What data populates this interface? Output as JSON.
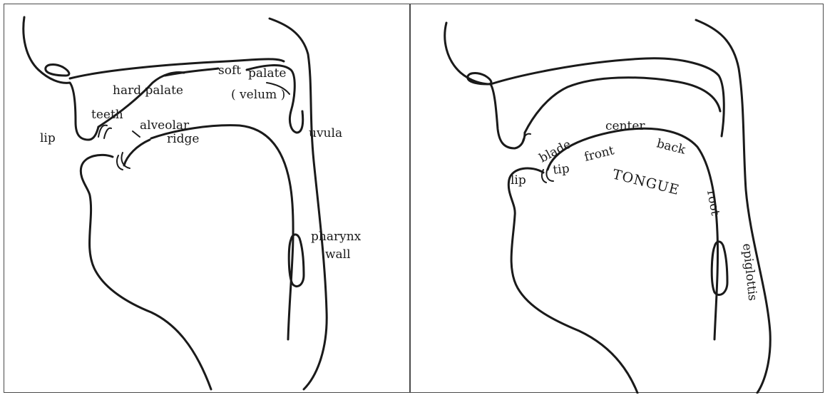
{
  "left_labels": {
    "soft": "soft",
    "palate": "palate",
    "hard_palate": "hard palate",
    "velum": "( velum )",
    "teeth": "teeth",
    "lip": "lip",
    "alveolar": "alveolar",
    "ridge": "ridge",
    "uvula": "uvula",
    "pharynx": "pharynx",
    "wall": "wall"
  },
  "right_labels": {
    "center": "center",
    "blade": "blade",
    "front": "front",
    "back": "back",
    "lip": "lip",
    "tip": "tip",
    "tongue": "TONGUE",
    "root": "root",
    "epiglottis": "epiglottis"
  },
  "colors": {
    "line": "#1a1a1a",
    "border": "#4a4a4a",
    "background": "#ffffff"
  }
}
